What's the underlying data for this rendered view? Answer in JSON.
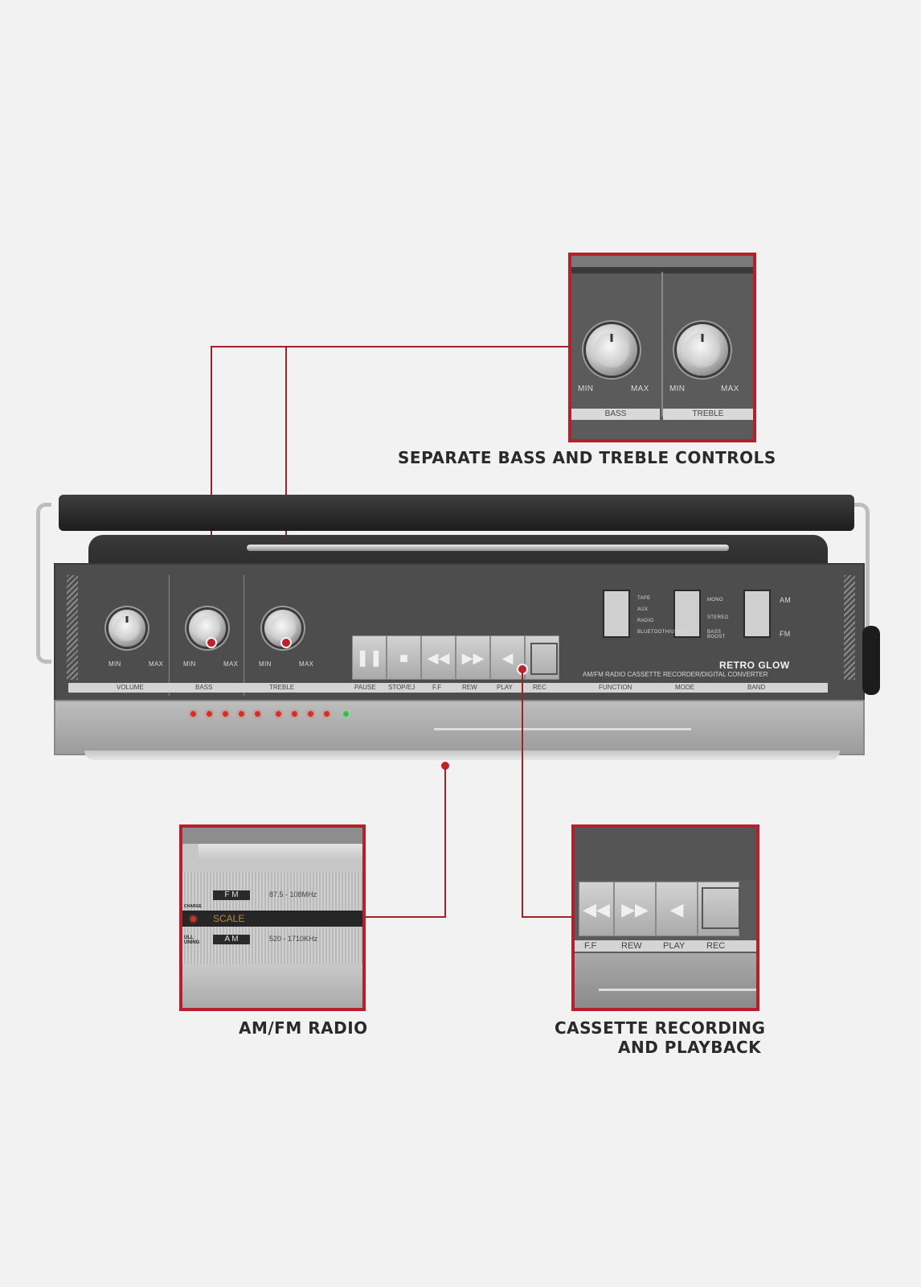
{
  "captions": {
    "bass_treble": "SEPARATE BASS AND TREBLE CONTROLS",
    "radio": "AM/FM RADIO",
    "cassette_line1": "CASSETTE RECORDING",
    "cassette_line2": "AND PLAYBACK"
  },
  "knob_labels": {
    "min": "MIN",
    "max": "MAX"
  },
  "controls": [
    "VOLUME",
    "BASS",
    "TREBLE"
  ],
  "transport": [
    "PAUSE",
    "STOP/EJ",
    "F.F",
    "REW",
    "PLAY",
    "REC"
  ],
  "switches": [
    "FUNCTION",
    "MODE",
    "BAND"
  ],
  "function_options": [
    "TAPE",
    "AUX",
    "RADIO",
    "BLUETOOTH/USB/SD"
  ],
  "mode_options": [
    "MONO",
    "STEREO",
    "BASS BOOST"
  ],
  "band_options": [
    "AM",
    "FM"
  ],
  "brand": {
    "name": "RETRO GLOW",
    "tagline": "AM/FM RADIO CASSETTE RECORDER/DIGITAL CONVERTER"
  },
  "radio_inset": {
    "fm_band": "F M",
    "fm_range": "87.5 - 108MHz",
    "scale": "SCALE",
    "am_band": "A M",
    "am_range": "520 - 1710KHz",
    "charge": "CHARGE",
    "tuning": "ULL UNING"
  },
  "colors": {
    "accent": "#b5202b",
    "body": "#4a4a4a",
    "background": "#f2f2f2"
  }
}
